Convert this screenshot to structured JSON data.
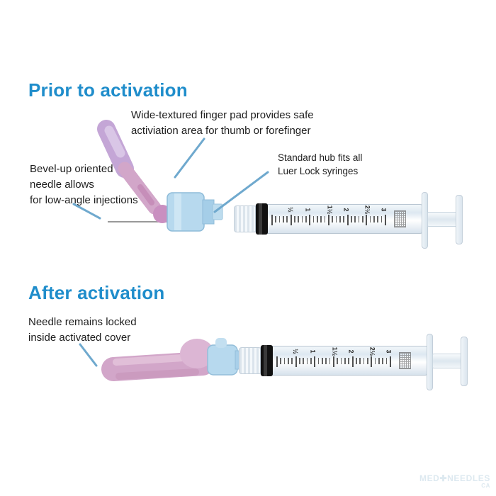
{
  "colors": {
    "heading": "#1f8dcb",
    "text": "#1d1d1d",
    "leader_line": "#6fa9ce",
    "needle": "#999999",
    "cover_pink": "#d2a6c9",
    "cover_purple": "#c4a6d6",
    "hub_blue": "#b7d9ee",
    "stopper_black": "#1c1c1c",
    "watermark": "#dde9f0"
  },
  "prior_section": {
    "heading": "Prior to activation",
    "annotations": {
      "finger_pad": {
        "lines": [
          "Wide-textured finger pad provides safe",
          "activiation area for thumb or forefinger"
        ]
      },
      "hub": {
        "lines": [
          "Standard hub fits all",
          "Luer Lock syringes"
        ]
      },
      "bevel": {
        "lines": [
          "Bevel-up oriented",
          "needle allows",
          "for low-angle injections"
        ]
      }
    }
  },
  "after_section": {
    "heading": "After activation",
    "annotations": {
      "locked": {
        "lines": [
          "Needle remains locked",
          "inside activated cover"
        ]
      }
    }
  },
  "syringe": {
    "scale_numbers": [
      "½",
      "1",
      "1½",
      "2",
      "2½",
      "3"
    ],
    "minor_ticks_per_major": 5,
    "total_minor_ticks": 30
  },
  "watermark": {
    "part1": "MED",
    "icon": "✚",
    "part2": "NEEDLES",
    "sub": "CA"
  }
}
